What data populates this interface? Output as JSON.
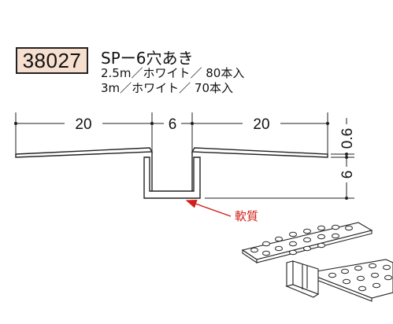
{
  "product": {
    "code": "38027",
    "name": "SPー6穴あき",
    "specs": [
      "2.5m／ホワイト／ 80本入",
      "3m／ホワイト／ 70本入"
    ]
  },
  "dimensions": {
    "left_flange": "20",
    "channel_width": "6",
    "right_flange": "20",
    "thickness": "0.6",
    "depth": "6"
  },
  "callout": {
    "label": "軟質"
  },
  "colors": {
    "line": "#222222",
    "badge_bg": "#f6dfcf",
    "callout": "#d0201a"
  }
}
